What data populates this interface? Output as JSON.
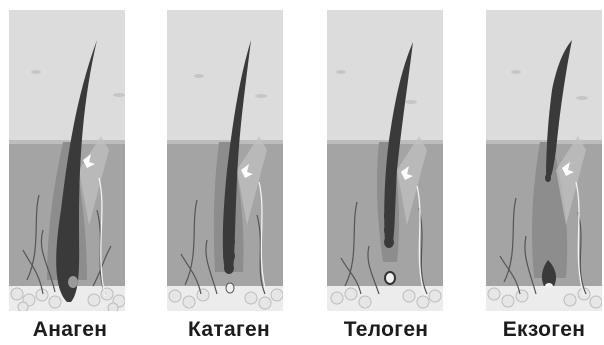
{
  "stages": [
    {
      "id": "anagen",
      "label": "Анаген",
      "bulb": "full"
    },
    {
      "id": "catagen",
      "label": "Катаген",
      "bulb": "shrinking"
    },
    {
      "id": "telogen",
      "label": "Телоген",
      "bulb": "club"
    },
    {
      "id": "exogen",
      "label": "Екзоген",
      "bulb": "shedding"
    }
  ],
  "colors": {
    "sky": "#dcdcdc",
    "dermis": "#a4a4a4",
    "fat": "#e8e8e8",
    "hair": "#3a3a3a",
    "nerve": "#555555",
    "text": "#1c1c1c"
  }
}
